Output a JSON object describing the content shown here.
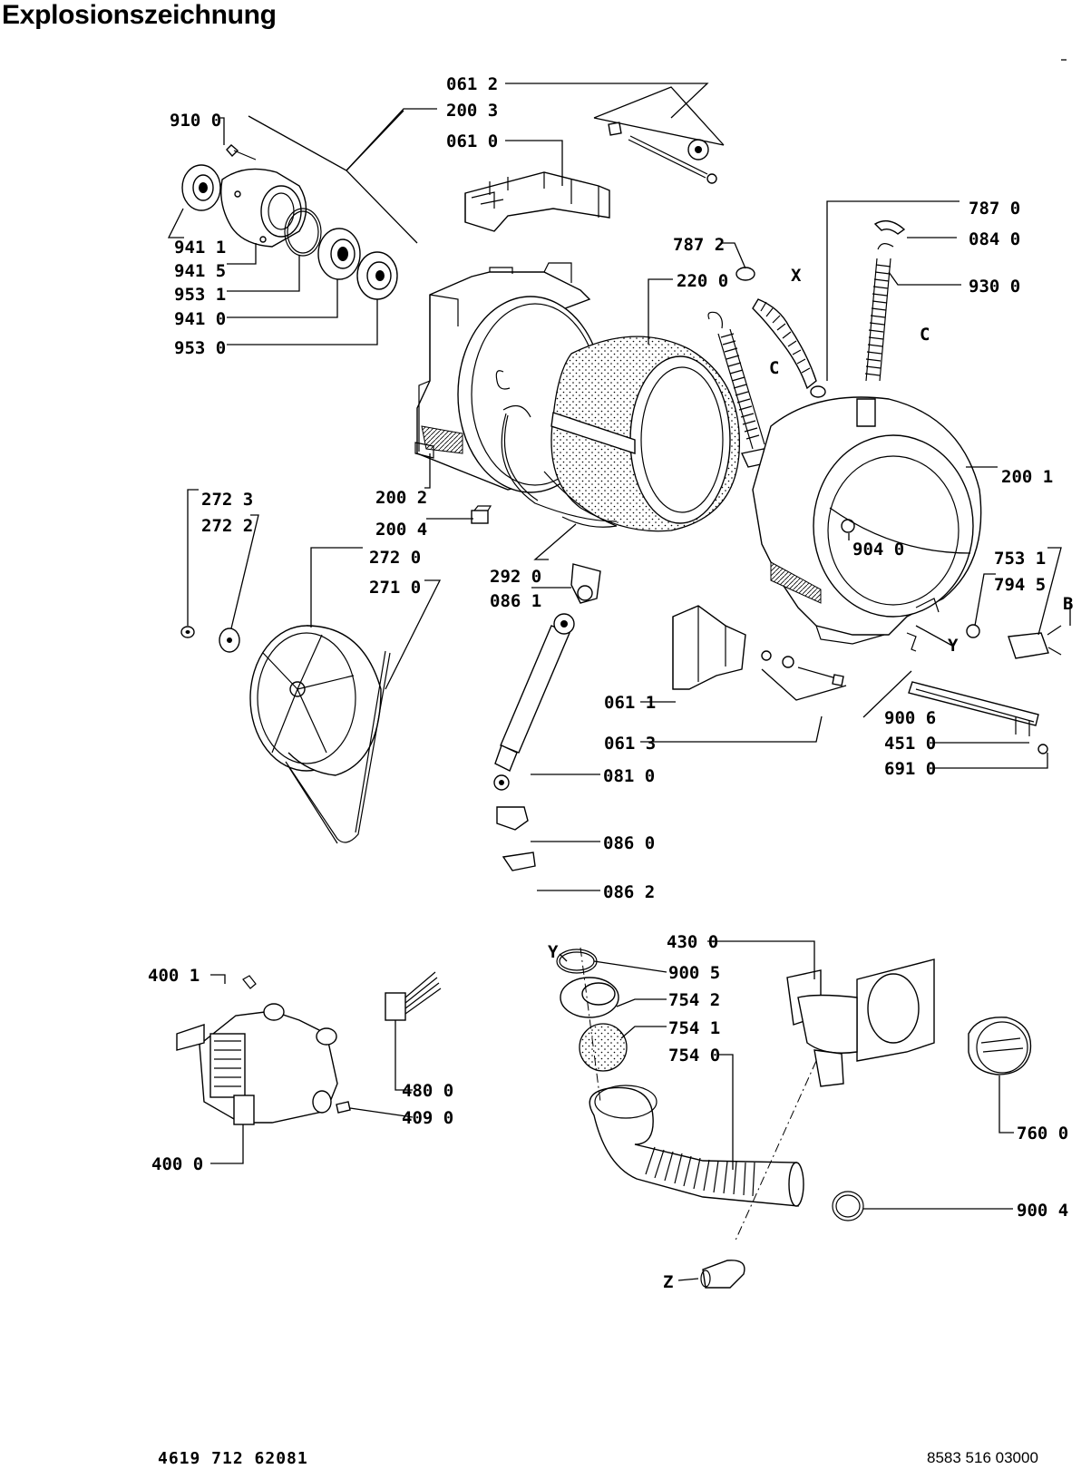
{
  "title": "Explosionszeichnung",
  "footer": {
    "left_code": "4619 712 62081",
    "right_code": "8583 516 03000"
  },
  "callouts": [
    {
      "id": "c0612",
      "label": "061 2"
    },
    {
      "id": "c2003",
      "label": "200 3"
    },
    {
      "id": "c0610",
      "label": "061 0"
    },
    {
      "id": "c9100",
      "label": "910 0"
    },
    {
      "id": "c9411",
      "label": "941 1"
    },
    {
      "id": "c9415",
      "label": "941 5"
    },
    {
      "id": "c9531",
      "label": "953 1"
    },
    {
      "id": "c9410",
      "label": "941 0"
    },
    {
      "id": "c9530",
      "label": "953 0"
    },
    {
      "id": "c7870",
      "label": "787 0"
    },
    {
      "id": "c0840",
      "label": "084 0"
    },
    {
      "id": "c7872",
      "label": "787 2"
    },
    {
      "id": "cX1",
      "label": "X"
    },
    {
      "id": "c2200",
      "label": "220 0"
    },
    {
      "id": "c9300",
      "label": "930 0"
    },
    {
      "id": "cC1",
      "label": "C"
    },
    {
      "id": "cC2",
      "label": "C"
    },
    {
      "id": "c2001",
      "label": "200 1"
    },
    {
      "id": "c2002",
      "label": "200 2"
    },
    {
      "id": "c2723",
      "label": "272 3"
    },
    {
      "id": "c2722",
      "label": "272 2"
    },
    {
      "id": "c2004",
      "label": "200 4"
    },
    {
      "id": "c2720",
      "label": "272 0"
    },
    {
      "id": "c2920",
      "label": "292 0"
    },
    {
      "id": "c2710",
      "label": "271 0"
    },
    {
      "id": "c0861",
      "label": "086 1"
    },
    {
      "id": "c9040",
      "label": "904 0"
    },
    {
      "id": "c7531",
      "label": "753 1"
    },
    {
      "id": "c7945",
      "label": "794 5"
    },
    {
      "id": "cB",
      "label": "B"
    },
    {
      "id": "cY1",
      "label": "Y"
    },
    {
      "id": "c0611",
      "label": "061 1"
    },
    {
      "id": "c9006",
      "label": "900 6"
    },
    {
      "id": "c4510",
      "label": "451 0"
    },
    {
      "id": "c0613",
      "label": "061 3"
    },
    {
      "id": "c6910",
      "label": "691 0"
    },
    {
      "id": "c0810",
      "label": "081 0"
    },
    {
      "id": "c0860",
      "label": "086 0"
    },
    {
      "id": "c0862",
      "label": "086 2"
    },
    {
      "id": "c4300",
      "label": "430 0"
    },
    {
      "id": "cY2",
      "label": "Y"
    },
    {
      "id": "c9005",
      "label": "900 5"
    },
    {
      "id": "c4001",
      "label": "400 1"
    },
    {
      "id": "c7542",
      "label": "754 2"
    },
    {
      "id": "c7541",
      "label": "754 1"
    },
    {
      "id": "c7540",
      "label": "754 0"
    },
    {
      "id": "c4800",
      "label": "480 0"
    },
    {
      "id": "c4090",
      "label": "409 0"
    },
    {
      "id": "c4000",
      "label": "400 0"
    },
    {
      "id": "c7600",
      "label": "760 0"
    },
    {
      "id": "c9004",
      "label": "900 4"
    },
    {
      "id": "cZ",
      "label": "Z"
    }
  ]
}
